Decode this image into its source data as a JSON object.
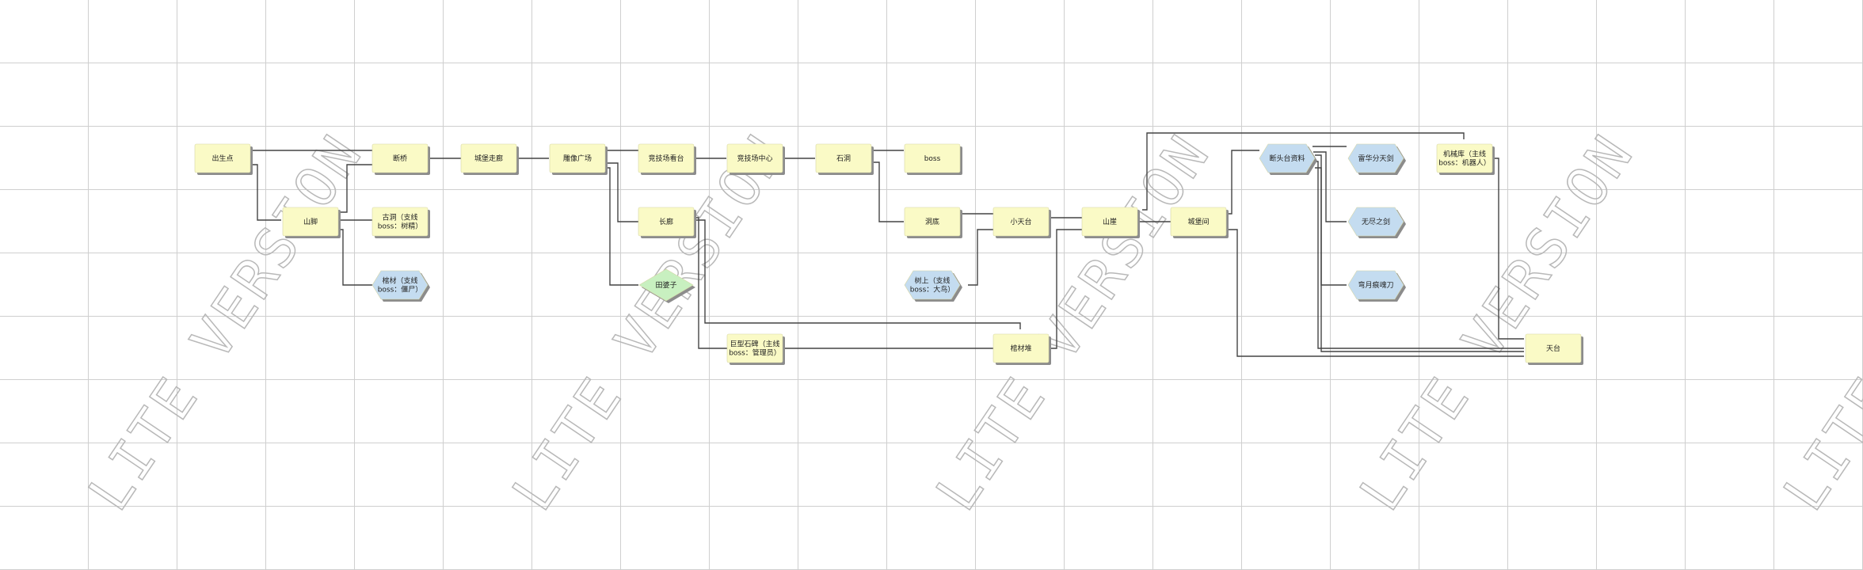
{
  "colors": {
    "box_fill": "#fafac6",
    "hex_fill": "#c4dcf0",
    "diamond_fill": "#c8f0c0",
    "line": "#444444",
    "shadow": "#8c8c8c"
  },
  "watermark": "LITE  VERSION",
  "nodes": {
    "spawn": {
      "label": [
        "出生点"
      ]
    },
    "mountain_foot": {
      "label": [
        "山脚"
      ]
    },
    "broken_bridge": {
      "label": [
        "断桥"
      ]
    },
    "ancient_cave": {
      "label": [
        "古洞（支线",
        "boss：树精）"
      ]
    },
    "coffin": {
      "label": [
        "棺材（支线",
        "boss：僵尸）"
      ]
    },
    "castle_corridor": {
      "label": [
        "城堡走廊"
      ]
    },
    "statue_plaza": {
      "label": [
        "雕像广场"
      ]
    },
    "arena_stands": {
      "label": [
        "竞技场看台"
      ]
    },
    "arena_center": {
      "label": [
        "竞技场中心"
      ]
    },
    "stone_cave": {
      "label": [
        "石洞"
      ]
    },
    "boss_node": {
      "label": [
        "boss"
      ]
    },
    "long_gallery": {
      "label": [
        "长廊"
      ]
    },
    "old_lady": {
      "label": [
        "田婆子"
      ]
    },
    "giant_monument": {
      "label": [
        "巨型石碑（主线",
        "boss：管理员）"
      ]
    },
    "cave_bottom": {
      "label": [
        "洞底"
      ]
    },
    "tree_top": {
      "label": [
        "树上（支线",
        "boss：大鸟）"
      ]
    },
    "small_sky_terrace": {
      "label": [
        "小天台"
      ]
    },
    "coffin_pile": {
      "label": [
        "棺材堆"
      ]
    },
    "cliff": {
      "label": [
        "山崖"
      ]
    },
    "castle_top": {
      "label": [
        "城堡间"
      ]
    },
    "broken_platform": {
      "label": [
        "断头台资料"
      ]
    },
    "thunder_sword": {
      "label": [
        "雷华分天剑"
      ]
    },
    "endless_sword": {
      "label": [
        "无尽之剑"
      ]
    },
    "moon_blade": {
      "label": [
        "弯月痕魂刀"
      ]
    },
    "machine_vault": {
      "label": [
        "机械库（主线",
        "boss：机器人）"
      ]
    },
    "sky_terrace": {
      "label": [
        "天台"
      ]
    }
  }
}
